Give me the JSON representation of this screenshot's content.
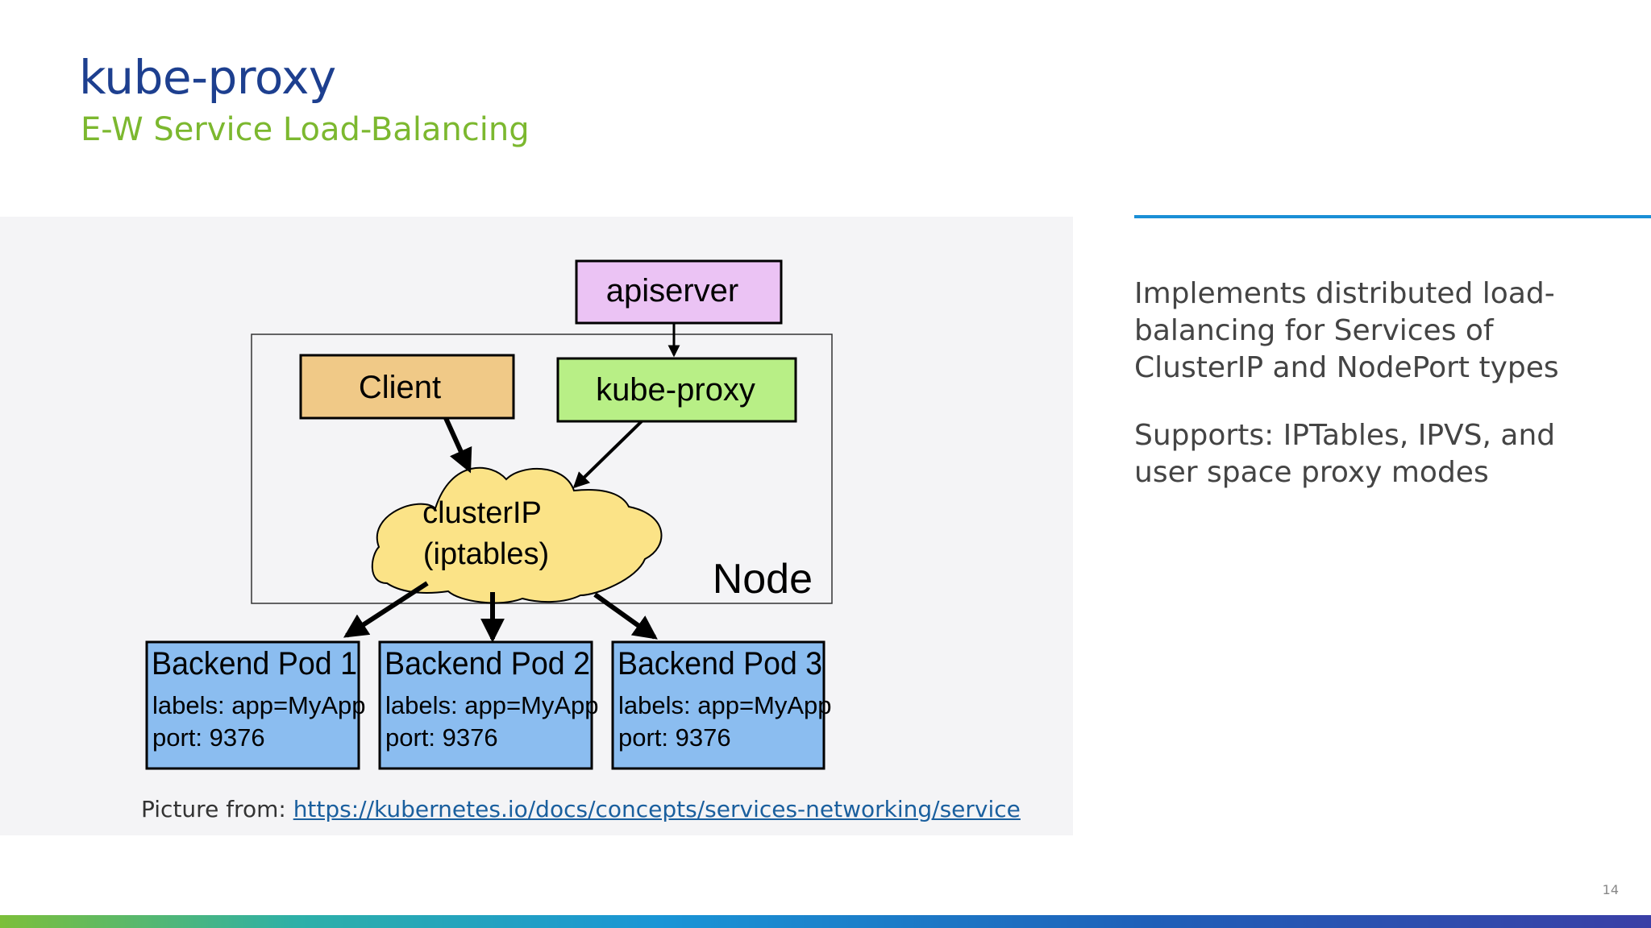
{
  "slide": {
    "title": "kube-proxy",
    "subtitle": "E-W Service Load-Balancing",
    "page_number": "14"
  },
  "diagram": {
    "apiserver": "apiserver",
    "client": "Client",
    "kube_proxy": "kube-proxy",
    "cluster_ip_line1": "clusterIP",
    "cluster_ip_line2": "(iptables)",
    "node_label": "Node",
    "pods": [
      {
        "title": "Backend Pod 1",
        "labels": "labels: app=MyApp",
        "port": "port: 9376"
      },
      {
        "title": "Backend Pod 2",
        "labels": "labels: app=MyApp",
        "port": "port: 9376"
      },
      {
        "title": "Backend Pod 3",
        "labels": "labels: app=MyApp",
        "port": "port: 9376"
      }
    ],
    "colors": {
      "apiserver": "#ebc3f4",
      "client": "#f0c987",
      "kube_proxy": "#b8ef86",
      "cloud": "#fbe387",
      "pod": "#8bbdf0"
    }
  },
  "caption": {
    "prefix": "Picture from: ",
    "link_text": "https://kubernetes.io/docs/concepts/services-networking/service"
  },
  "body": {
    "paragraph1": "Implements distributed load-balancing for Services of ClusterIP and NodePort types",
    "paragraph2": "Supports: IPTables, IPVS, and user space proxy modes"
  }
}
